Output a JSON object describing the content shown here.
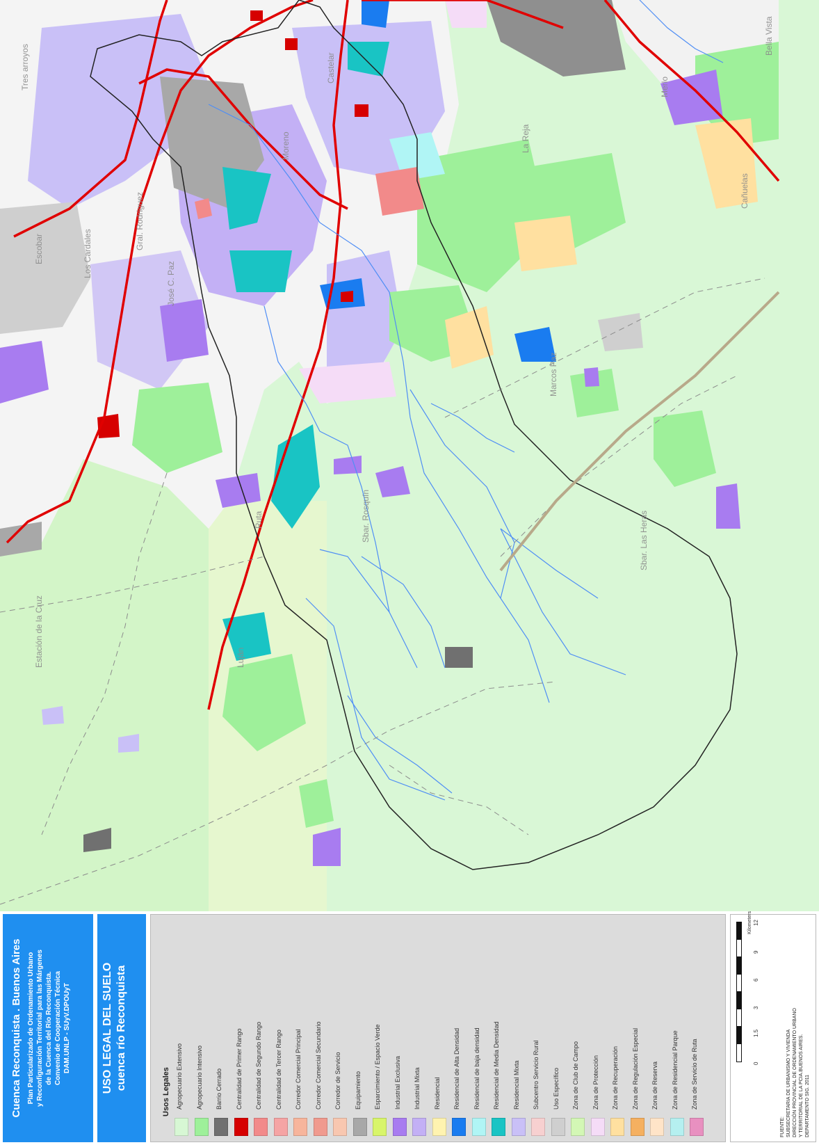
{
  "title": {
    "main": "Cuenca Reconquista . Buenos Aires",
    "lines": [
      "Plan Particularizado de Ordenamiento Urbano",
      "y Reconfiguración Territorial para las Márgenes",
      "de la Cuenca del Río Reconquista.",
      "Convenio de Cooperación Técnica",
      "DAM.UNLP - SUyV.DPOUyT"
    ]
  },
  "subject": {
    "line1": "USO LEGAL DEL SUELO",
    "line2": "cuenca río Reconquista"
  },
  "legend": {
    "heading": "Usos Legales",
    "items": [
      {
        "label": "Agropecuario Extensivo",
        "color": "#d7f7d4"
      },
      {
        "label": "Agropecuario Intensivo",
        "color": "#9ef09a"
      },
      {
        "label": "Barrio Cerrado",
        "color": "#707070"
      },
      {
        "label": "Centralidad de Primer Rango",
        "color": "#d60000"
      },
      {
        "label": "Centralidad de Segundo Rango",
        "color": "#f28a8a"
      },
      {
        "label": "Centralidad de Tercer Rango",
        "color": "#f5a4a4"
      },
      {
        "label": "Corredor Comercial Principal",
        "color": "#f7b59c"
      },
      {
        "label": "Corredor Comercial Secundario",
        "color": "#f09a8e"
      },
      {
        "label": "Corredor de Servicio",
        "color": "#f8c7b0"
      },
      {
        "label": "Equipamiento",
        "color": "#a8a8a8"
      },
      {
        "label": "Esparcimiento / Espacio Verde",
        "color": "#d8f56a"
      },
      {
        "label": "Industrial Exclusiva",
        "color": "#a87cf0"
      },
      {
        "label": "Industrial Mixta",
        "color": "#c3b0f5"
      },
      {
        "label": "Residencial",
        "color": "#fff3b0"
      },
      {
        "label": "Residencial de Alta Densidad",
        "color": "#1a7cf0"
      },
      {
        "label": "Residencial de baja densidad",
        "color": "#b0f5f5"
      },
      {
        "label": "Residencial de Media Densidad",
        "color": "#19c4c4"
      },
      {
        "label": "Residencial Mixta",
        "color": "#c9c0f7"
      },
      {
        "label": "Subcentro Servicio Rural",
        "color": "#f7d0d0"
      },
      {
        "label": "Uso Específico",
        "color": "#cfcfcf"
      },
      {
        "label": "Zona de Club de Campo",
        "color": "#d3f7b5"
      },
      {
        "label": "Zona de Protección",
        "color": "#f5dcf7"
      },
      {
        "label": "Zona de Recuperación",
        "color": "#ffe0a0"
      },
      {
        "label": "Zona de Regulación Especial",
        "color": "#f5b060"
      },
      {
        "label": "Zona de Reserva",
        "color": "#ffe4c8"
      },
      {
        "label": "Zona de Residencial Parque",
        "color": "#b5f0f0"
      },
      {
        "label": "Zona de Servicio de Ruta",
        "color": "#e890c0"
      }
    ]
  },
  "scale": {
    "ticks": [
      "0",
      "1.5",
      "3",
      "6",
      "9",
      "12"
    ],
    "unit": "Kilometers"
  },
  "source": {
    "lines": [
      "FUENTE:",
      "SUBSECRETARIA DE URBANISMO Y VIVIENDA",
      "DIRECCIÓN PROVINCIAL DE ORDENAMIENTO URBANO",
      "Y TERRITORIAL DE LA PCIA.BUENOS AIRES.",
      "DEPARTAMENTO SIG. 2011"
    ]
  },
  "map_labels": {
    "estacion_cruz": "Estación de la Cruz",
    "los_cardales": "Los Cardales",
    "arroyo_rosquin": "Sbar. Rosquín",
    "arroyo_las_heras": "Sbar. Las Heras",
    "lujan": "Luján",
    "marcos_paz": "Marcos Paz",
    "la_reja": "La Reja",
    "moreno": "Moreno",
    "jose_c_paz": "José C. Paz",
    "escobar": "Escobar",
    "tres_arroyos": "Tres arroyos",
    "canuelas": "Cañuelas",
    "merlo": "Merlo",
    "ruta": "Ruta",
    "general_rodriguez": "Gral. Rodriguez",
    "castelar": "Castelar",
    "bella_vista": "Bella Vista"
  },
  "colors": {
    "map_background": "#d9f7d6",
    "road": "#e00000",
    "river": "#4f8ef5",
    "basin": "#222222",
    "panel_blue": "#1f8ff0"
  }
}
